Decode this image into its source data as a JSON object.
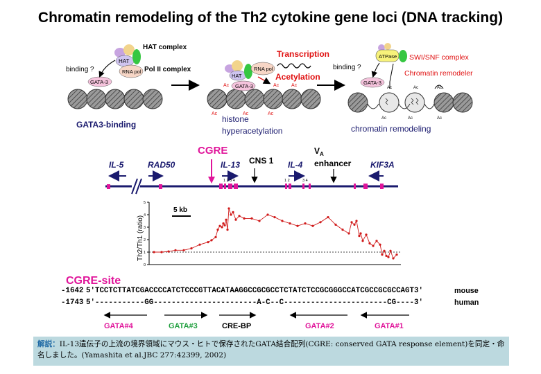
{
  "title": "Chromatin remodeling of the Th2 cytokine gene loci (DNA tracking)",
  "stage1": {
    "hat_complex": "HAT complex",
    "pol2_complex": "Pol II complex",
    "hat": "HAT",
    "rna_pol": "RNA pol",
    "binding": "binding ?",
    "gata3": "GATA-3",
    "caption": "GATA3-binding"
  },
  "stage2": {
    "transcription": "Transcription",
    "acetylation": "Acetylation",
    "hat": "HAT",
    "rna_pol": "RNA pol",
    "gata3": "GATA-3",
    "ac": "Ac",
    "caption_line1": "histone",
    "caption_line2": "hyperacetylation"
  },
  "stage3": {
    "atpase": "ATPase",
    "swi_snf": "SWI/SNF complex",
    "remodeler": "Chromatin remodeler",
    "binding": "binding ?",
    "gata3": "GATA-3",
    "ac": "Ac",
    "caption": "chromatin remodeling"
  },
  "locus": {
    "cgre": "CGRE",
    "cns1": "CNS 1",
    "va_v": "V",
    "va_sub": "A",
    "enhancer": "enhancer",
    "genes": [
      "IL-5",
      "RAD50",
      "IL-13",
      "IL-4",
      "KIF3A"
    ],
    "il13_sites": "1 2 3 4",
    "il4_sites_a": "1 2",
    "il4_sites_b": "3  4"
  },
  "chart_data": {
    "type": "line",
    "ylabel": "Th2/Th1 (ratio)",
    "ylim": [
      0,
      5
    ],
    "yticks": [
      "0",
      "1",
      "2",
      "3",
      "4",
      "5"
    ],
    "scale_bar": "5 kb",
    "reference_line": 1,
    "series": [
      {
        "x": [
          222,
          233,
          243,
          253,
          265,
          276,
          288,
          300,
          305,
          311,
          314,
          317,
          320,
          322,
          324,
          326,
          328,
          330,
          333,
          336,
          340,
          345,
          352,
          363,
          374,
          386,
          396,
          407,
          418,
          429,
          440,
          451,
          462,
          473,
          484,
          494,
          503,
          507,
          511,
          514,
          518,
          520,
          523,
          528,
          533,
          538,
          543,
          548,
          551,
          554,
          557,
          560,
          563,
          567,
          572
        ],
        "y": [
          1.0,
          1.0,
          1.05,
          1.15,
          1.15,
          1.3,
          1.6,
          1.8,
          1.95,
          2.2,
          2.8,
          3.1,
          3.0,
          3.3,
          3.15,
          3.6,
          2.8,
          4.5,
          4.0,
          4.2,
          3.6,
          3.9,
          3.7,
          3.7,
          3.5,
          4.0,
          3.8,
          3.5,
          3.3,
          3.1,
          3.3,
          3.1,
          3.4,
          3.8,
          3.2,
          2.8,
          2.5,
          3.4,
          3.2,
          3.5,
          2.3,
          2.5,
          1.9,
          2.4,
          1.7,
          1.5,
          1.9,
          1.6,
          0.8,
          1.1,
          0.7,
          0.6,
          1.1,
          0.5,
          0.8
        ]
      }
    ]
  },
  "cgre_site": {
    "label": "CGRE-site",
    "mouse_pos": "-1642",
    "mouse_seq": "5'TCCTCTTATCGACCCCATCTCCCGTTACATAAGGCCGCGCCTCTATCTCCGCGGGCCATCGCCGCGCCAGT3'",
    "mouse_label": "mouse",
    "human_pos": "-1743",
    "human_seq": "5'-----------GG-----------------------A-C--C-----------------------CG----3'",
    "human_label": "human",
    "sites": [
      "GATA#4",
      "GATA#3",
      "CRE-BP",
      "GATA#2",
      "GATA#1"
    ]
  },
  "caption": {
    "label": "解説：",
    "text": "IL-13遺伝子の上流の境界領域にマウス・ヒトで保存されたGATA結合配列(CGRE: conserved GATA response element)を同定・命名しました。(Yamashita et al.JBC  277:42399, 2002)"
  },
  "colors": {
    "navy": "#1a1a6e",
    "magenta": "#e0149a",
    "red": "#e01010",
    "green": "#22a040",
    "plot_red": "#d01a1a",
    "caption_bg": "#bcd9df"
  }
}
